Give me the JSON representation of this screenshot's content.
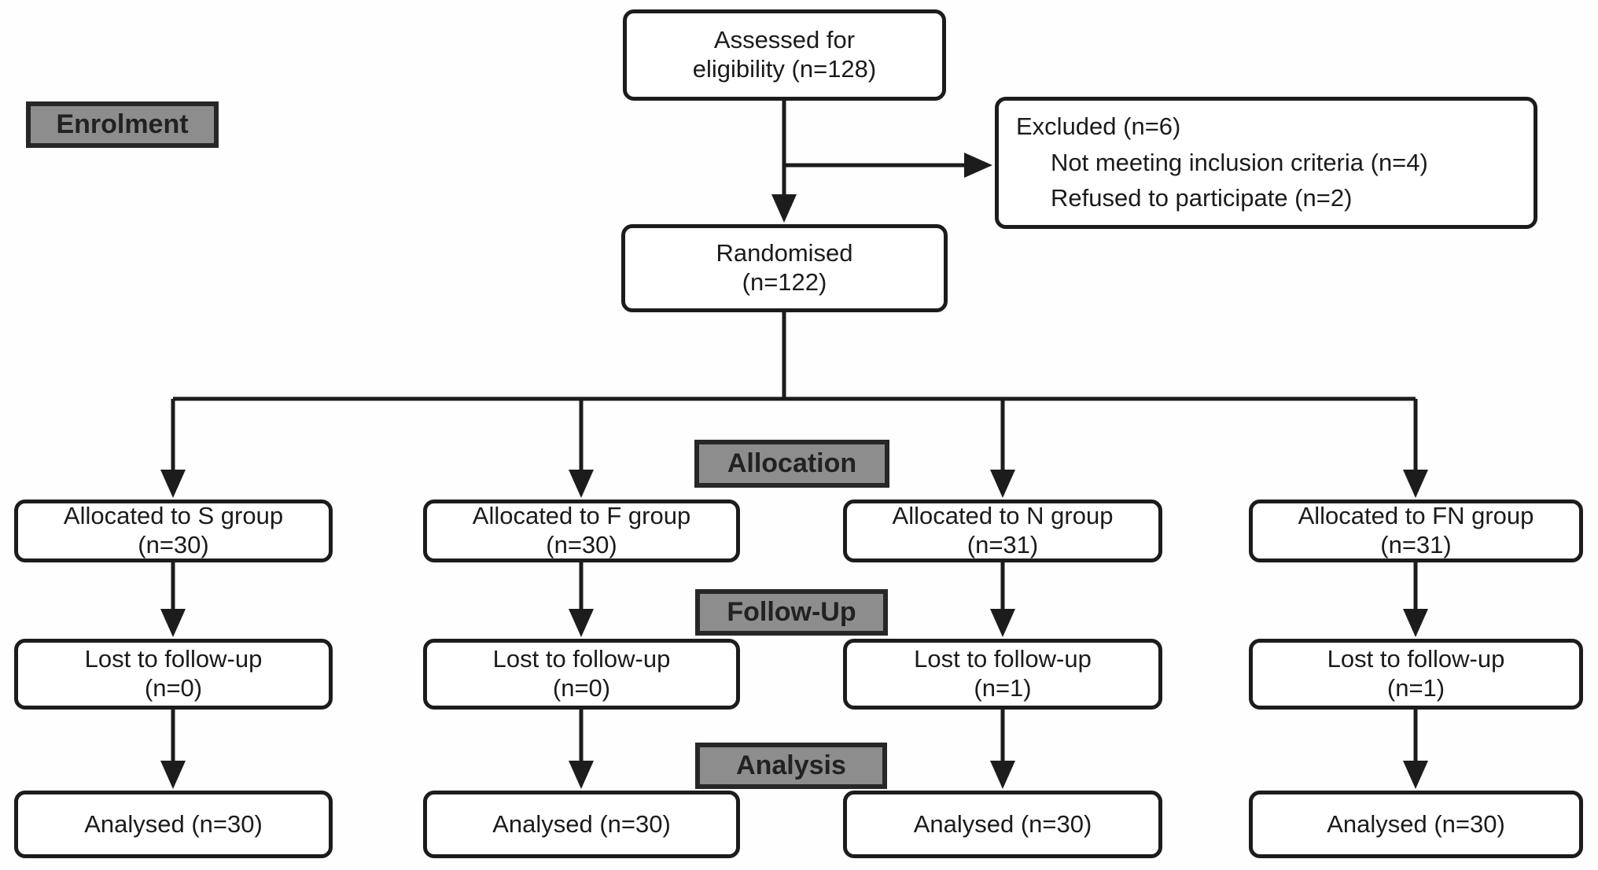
{
  "meta": {
    "diagram_type": "consort-flowchart",
    "colors": {
      "background": "#fefefe",
      "box_fill": "#ffffff",
      "box_border": "#1c1c1c",
      "stage_fill": "#8d8d8d",
      "stage_border": "#272727",
      "connector": "#1c1c1c",
      "text": "#1b1b1b"
    }
  },
  "flowchart": {
    "assessed": {
      "line1": "Assessed for",
      "line2": "eligibility (n=128)"
    },
    "excluded": {
      "title": "Excluded (n=6)",
      "items": [
        "Not meeting inclusion criteria (n=4)",
        "Refused to participate (n=2)"
      ]
    },
    "randomised": {
      "line1": "Randomised",
      "line2": "(n=122)"
    },
    "stage_labels": {
      "enrolment": "Enrolment",
      "allocation": "Allocation",
      "followup": "Follow-Up",
      "analysis": "Analysis"
    },
    "columns": [
      {
        "group": "S",
        "allocated_line1": "Allocated to S group",
        "allocated_line2": "(n=30)",
        "lost_line1": "Lost to follow-up",
        "lost_line2": "(n=0)",
        "analysed": "Analysed (n=30)"
      },
      {
        "group": "F",
        "allocated_line1": "Allocated to F group",
        "allocated_line2": "(n=30)",
        "lost_line1": "Lost to follow-up",
        "lost_line2": "(n=0)",
        "analysed": "Analysed (n=30)"
      },
      {
        "group": "N",
        "allocated_line1": "Allocated to N group",
        "allocated_line2": "(n=31)",
        "lost_line1": "Lost to follow-up",
        "lost_line2": "(n=1)",
        "analysed": "Analysed (n=30)"
      },
      {
        "group": "FN",
        "allocated_line1": "Allocated to FN group",
        "allocated_line2": "(n=31)",
        "lost_line1": "Lost to follow-up",
        "lost_line2": "(n=1)",
        "analysed": "Analysed (n=30)"
      }
    ]
  }
}
